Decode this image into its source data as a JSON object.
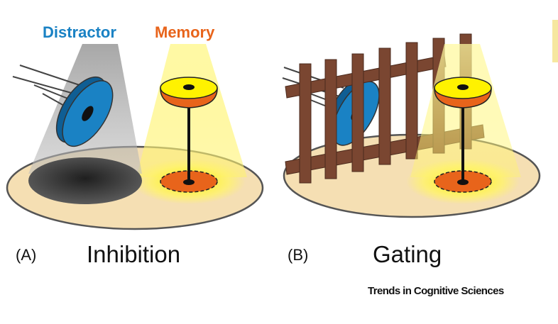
{
  "legend": {
    "distractor": "Distractor",
    "memory": "Memory"
  },
  "panels": [
    {
      "letter": "(A)",
      "title": "Inhibition"
    },
    {
      "letter": "(B)",
      "title": "Gating"
    }
  ],
  "credit": "Trends in Cognitive Sciences",
  "colors": {
    "distractor": "#1a82c4",
    "memory": "#e8641b",
    "floor": "#f5dfb3",
    "fence": "#7a4631",
    "spotlight": "#fff36b"
  }
}
